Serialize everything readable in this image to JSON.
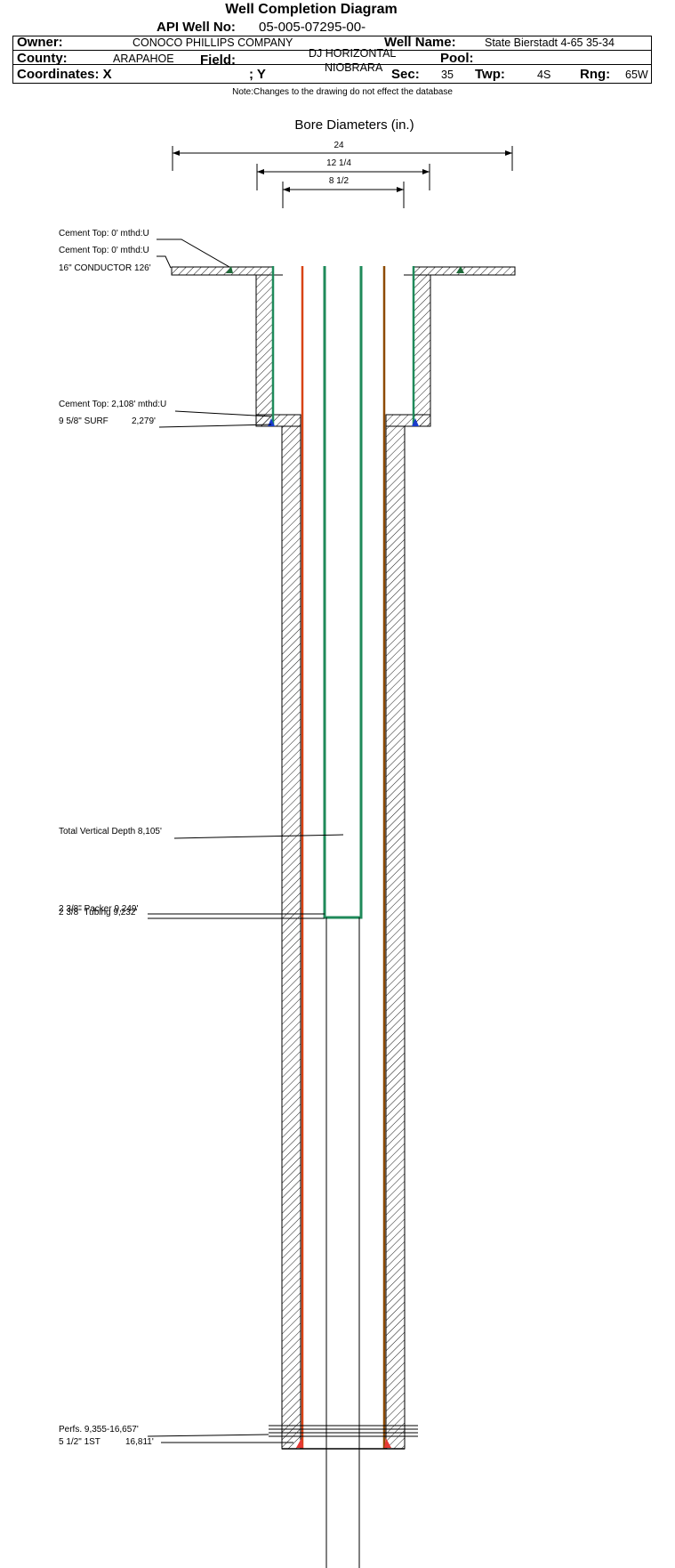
{
  "title": "Well Completion Diagram",
  "header": {
    "api_label": "API Well No:",
    "api_value": "05-005-07295-00-",
    "owner_label": "Owner:",
    "owner_value": "CONOCO PHILLIPS COMPANY",
    "well_name_label": "Well Name:",
    "well_name_value": "State Bierstadt 4-65 35-34",
    "county_label": "County:",
    "county_value": "ARAPAHOE",
    "field_label": "Field:",
    "field_value_line1": "DJ HORIZONTAL",
    "field_value_line2": "NIOBRARA",
    "pool_label": "Pool:",
    "coords_label": "Coordinates: X",
    "coords_y_label": "; Y",
    "sec_label": "Sec:",
    "sec_value": "35",
    "twp_label": "Twp:",
    "twp_value": "4S",
    "rng_label": "Rng:",
    "rng_value": "65W"
  },
  "note": "Note:Changes to the drawing do not effect the database",
  "bore": {
    "title": "Bore Diameters (in.)",
    "diameters": [
      "24",
      "12 1/4",
      "8 1/2"
    ]
  },
  "annotations": {
    "cement_top_1": "Cement Top: 0' mthd:U",
    "cement_top_2": "Cement Top: 0' mthd:U",
    "conductor": "16\" CONDUCTOR  126'",
    "cement_top_3": "Cement Top: 2,108' mthd:U",
    "surface_casing_name": "9 5/8\" SURF",
    "surface_casing_depth": "2,279'",
    "tvd": "Total Vertical Depth 8,105'",
    "packer": "2 3/8\" Packer 9,249'",
    "tubing": "2 3/8\" Tubing 9,232'",
    "perfs": "Perfs. 9,355-16,657'",
    "production_casing_name": "5 1/2\" 1ST",
    "production_casing_depth": "16,811'"
  },
  "colors": {
    "surface_casing": "#1f8a5a",
    "production_casing_left": "#d84315",
    "production_casing_right": "#8d4a00",
    "tubing": "#1f8a5a",
    "cement_marker_blue": "#1a3ccc",
    "cement_marker_red": "#e53935",
    "cement_marker_green": "#1f6b3a"
  }
}
